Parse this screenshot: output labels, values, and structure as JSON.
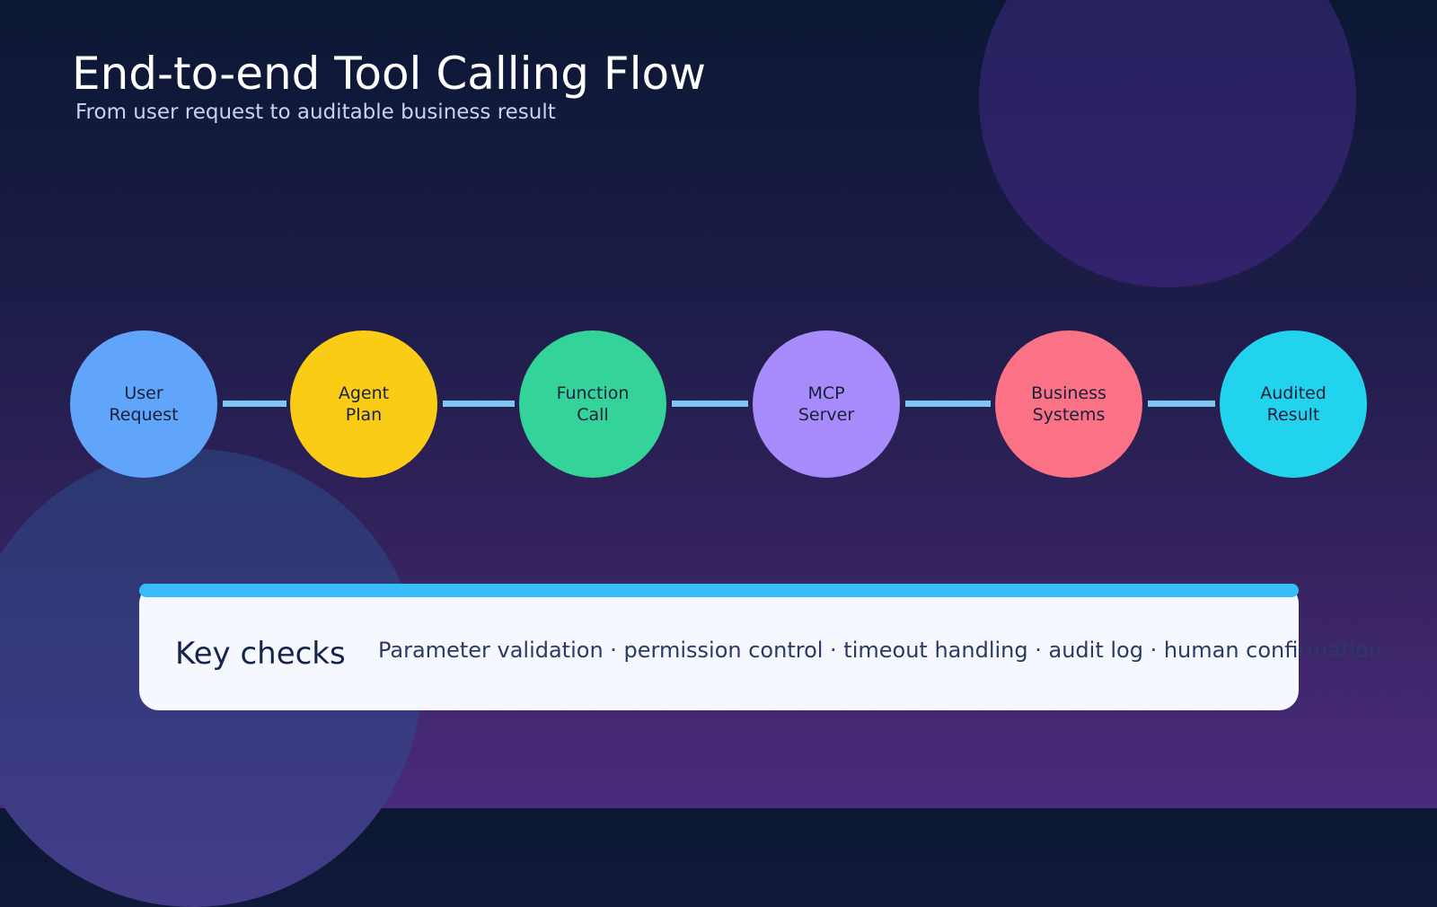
{
  "title": "End-to-end Tool Calling Flow",
  "subtitle": "From user request to auditable business result",
  "flow": {
    "connector_color": "#7cc6f4",
    "nodes": [
      {
        "label_line1": "User",
        "label_line2": "Request",
        "color": "#60a5fa"
      },
      {
        "label_line1": "Agent",
        "label_line2": "Plan",
        "color": "#facc15"
      },
      {
        "label_line1": "Function",
        "label_line2": "Call",
        "color": "#34d399"
      },
      {
        "label_line1": "MCP",
        "label_line2": "Server",
        "color": "#a78bfa"
      },
      {
        "label_line1": "Business",
        "label_line2": "Systems",
        "color": "#fb7185"
      },
      {
        "label_line1": "Audited",
        "label_line2": "Result",
        "color": "#22d3ee"
      }
    ]
  },
  "checks": {
    "title": "Key checks",
    "text": "Parameter validation · permission control · timeout handling · audit log · human confirmation",
    "accent_color": "#38bdf8"
  }
}
